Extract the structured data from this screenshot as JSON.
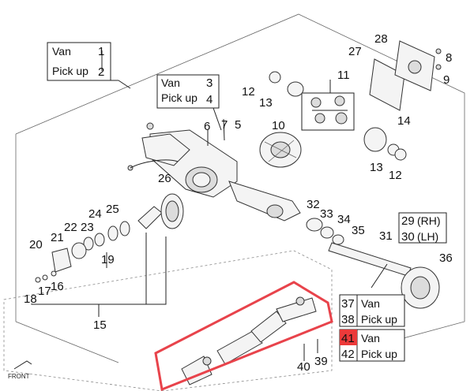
{
  "callouts": {
    "c1": "1",
    "c2": "2",
    "c3": "3",
    "c4": "4",
    "c5": "5",
    "c6": "6",
    "c7": "7",
    "c8": "8",
    "c9": "9",
    "c10": "10",
    "c11": "11",
    "c12a": "12",
    "c12b": "12",
    "c13a": "13",
    "c13b": "13",
    "c14": "14",
    "c15": "15",
    "c16": "16",
    "c17": "17",
    "c18": "18",
    "c19": "19",
    "c20": "20",
    "c21": "21",
    "c22": "22",
    "c23": "23",
    "c24": "24",
    "c25": "25",
    "c26": "26",
    "c27": "27",
    "c28": "28",
    "c29": "29",
    "c30": "30",
    "c31": "31",
    "c32": "32",
    "c33": "33",
    "c34": "34",
    "c35": "35",
    "c36": "36",
    "c37": "37",
    "c38": "38",
    "c39": "39",
    "c40": "40",
    "c41": "41",
    "c42": "42"
  },
  "labels": {
    "van": "Van",
    "pickup": "Pick up",
    "rh": "(RH)",
    "lh": "(LH)",
    "front": "FRONT"
  },
  "colors": {
    "highlight_border": "#e8434b",
    "highlight_fill": "#ec3a3a"
  }
}
